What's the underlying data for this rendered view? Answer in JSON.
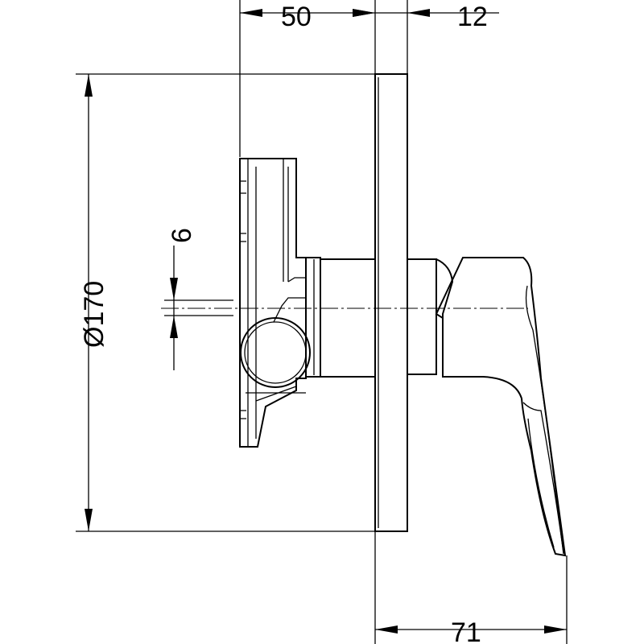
{
  "dimensions": {
    "depth_body": "50",
    "plate_thickness": "12",
    "plate_diameter": "Ø170",
    "offset": "6",
    "handle_projection": "71"
  }
}
